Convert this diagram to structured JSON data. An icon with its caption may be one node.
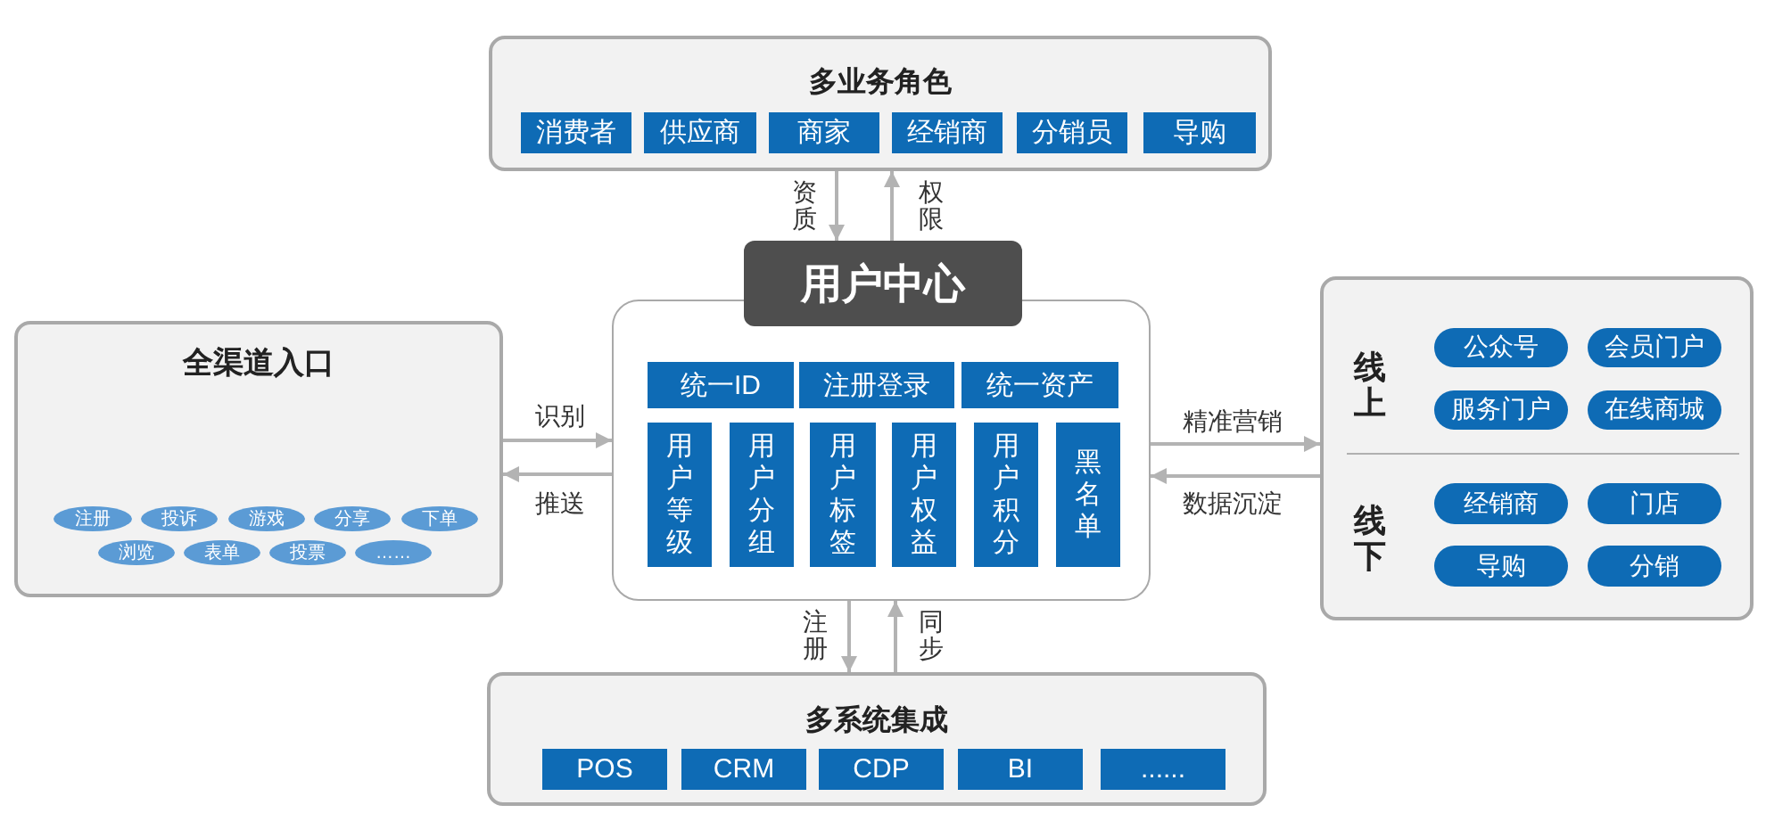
{
  "diagram": {
    "nodes": [
      {
        "text": [
          "多业务角色"
        ]
      },
      {
        "text": [
          "消费者"
        ],
        "in": 0
      },
      {
        "text": [
          "供应商"
        ],
        "in": 0
      },
      {
        "text": [
          "商家"
        ],
        "in": 0
      },
      {
        "text": [
          "经销商"
        ],
        "in": 0
      },
      {
        "text": [
          "分销员"
        ],
        "in": 0
      },
      {
        "text": [
          "导购"
        ],
        "in": 0
      },
      {
        "text": [
          "全渠道入口"
        ]
      },
      {
        "text": [
          "注册"
        ],
        "in": 7
      },
      {
        "text": [
          "投诉"
        ],
        "in": 7
      },
      {
        "text": [
          "游戏"
        ],
        "in": 7
      },
      {
        "text": [
          "分享"
        ],
        "in": 7
      },
      {
        "text": [
          "下单"
        ],
        "in": 7
      },
      {
        "text": [
          "浏览"
        ],
        "in": 7
      },
      {
        "text": [
          "表单"
        ],
        "in": 7
      },
      {
        "text": [
          "投票"
        ],
        "in": 7
      },
      {
        "text": [
          "……"
        ],
        "in": 7
      },
      {
        "text": [
          "用户中心"
        ]
      },
      {
        "text": [
          "统一ID"
        ],
        "in": 17
      },
      {
        "text": [
          "注册登录"
        ],
        "in": 17
      },
      {
        "text": [
          "统一资产"
        ],
        "in": 17
      },
      {
        "text": [
          "用户等级"
        ],
        "in": 17
      },
      {
        "text": [
          "用户分组"
        ],
        "in": 17
      },
      {
        "text": [
          "用户标签"
        ],
        "in": 17
      },
      {
        "text": [
          "用户权益"
        ],
        "in": 17
      },
      {
        "text": [
          "用户积分"
        ],
        "in": 17
      },
      {
        "text": [
          "黑名单"
        ],
        "in": 17
      },
      {
        "text": [
          "线上",
          "线下"
        ]
      },
      {
        "text": [
          "公众号"
        ],
        "in": 27
      },
      {
        "text": [
          "会员门户"
        ],
        "in": 27
      },
      {
        "text": [
          "服务门户"
        ],
        "in": 27
      },
      {
        "text": [
          "在线商城"
        ],
        "in": 27
      },
      {
        "text": [
          "经销商"
        ],
        "in": 27
      },
      {
        "text": [
          "门店"
        ],
        "in": 27
      },
      {
        "text": [
          "导购"
        ],
        "in": 27
      },
      {
        "text": [
          "分销"
        ],
        "in": 27
      },
      {
        "text": [
          "多系统集成"
        ]
      },
      {
        "text": [
          "POS"
        ],
        "in": 36
      },
      {
        "text": [
          "CRM"
        ],
        "in": 36
      },
      {
        "text": [
          "CDP"
        ],
        "in": 36
      },
      {
        "text": [
          "BI"
        ],
        "in": 36
      },
      {
        "text": [
          "......"
        ],
        "in": 36
      }
    ],
    "edges": [
      {
        "from": 0,
        "to": 17,
        "arrow": "to",
        "label": "资质"
      },
      {
        "from": 17,
        "to": 0,
        "arrow": "to",
        "label": "权限"
      },
      {
        "from": 7,
        "to": 17,
        "arrow": "to",
        "label": "识别"
      },
      {
        "from": 17,
        "to": 7,
        "arrow": "to",
        "label": "推送"
      },
      {
        "from": 17,
        "to": 27,
        "arrow": "to",
        "label": "精准营销"
      },
      {
        "from": 27,
        "to": 17,
        "arrow": "to",
        "label": "数据沉淀"
      },
      {
        "from": 17,
        "to": 36,
        "arrow": "to",
        "label": "注册"
      },
      {
        "from": 36,
        "to": 17,
        "arrow": "to",
        "label": "同步"
      }
    ]
  }
}
